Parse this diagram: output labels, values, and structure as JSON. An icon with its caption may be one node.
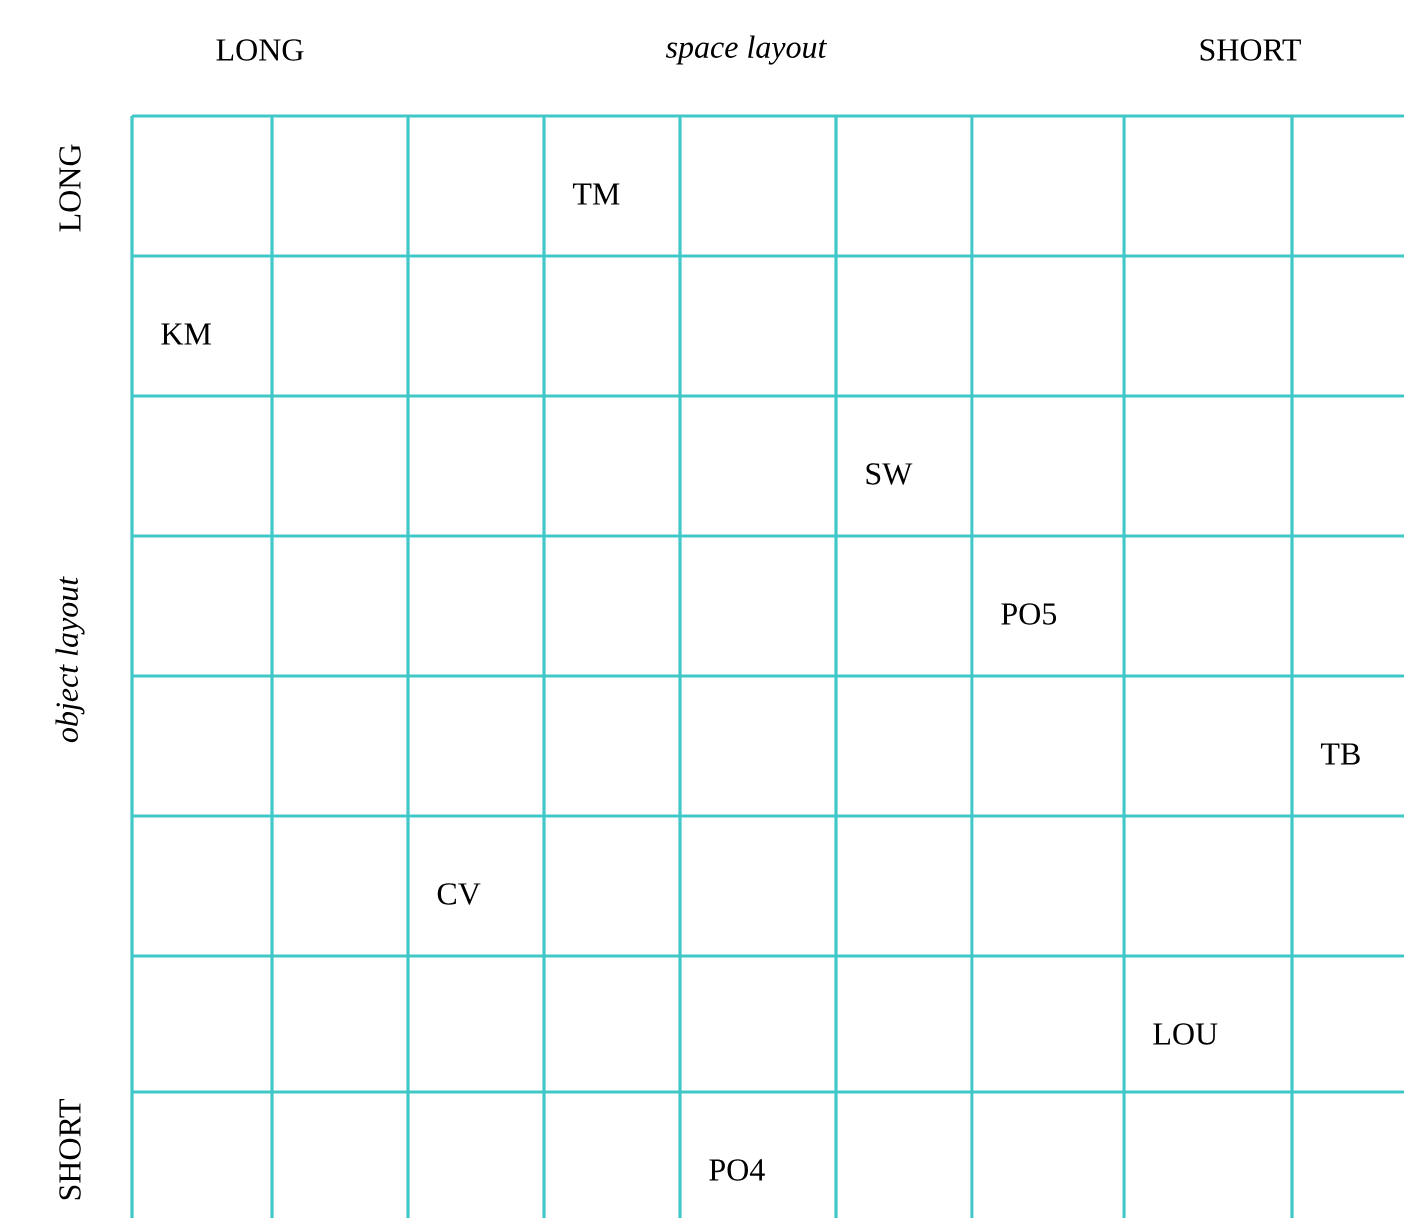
{
  "diagram": {
    "labels": [
      "LONG",
      "space layout",
      "SHORT",
      "LONG",
      "object layout",
      "SHORT",
      "TM",
      "KM",
      "SW",
      "PO5",
      "TB",
      "CV",
      "LOU",
      "PO4"
    ]
  }
}
